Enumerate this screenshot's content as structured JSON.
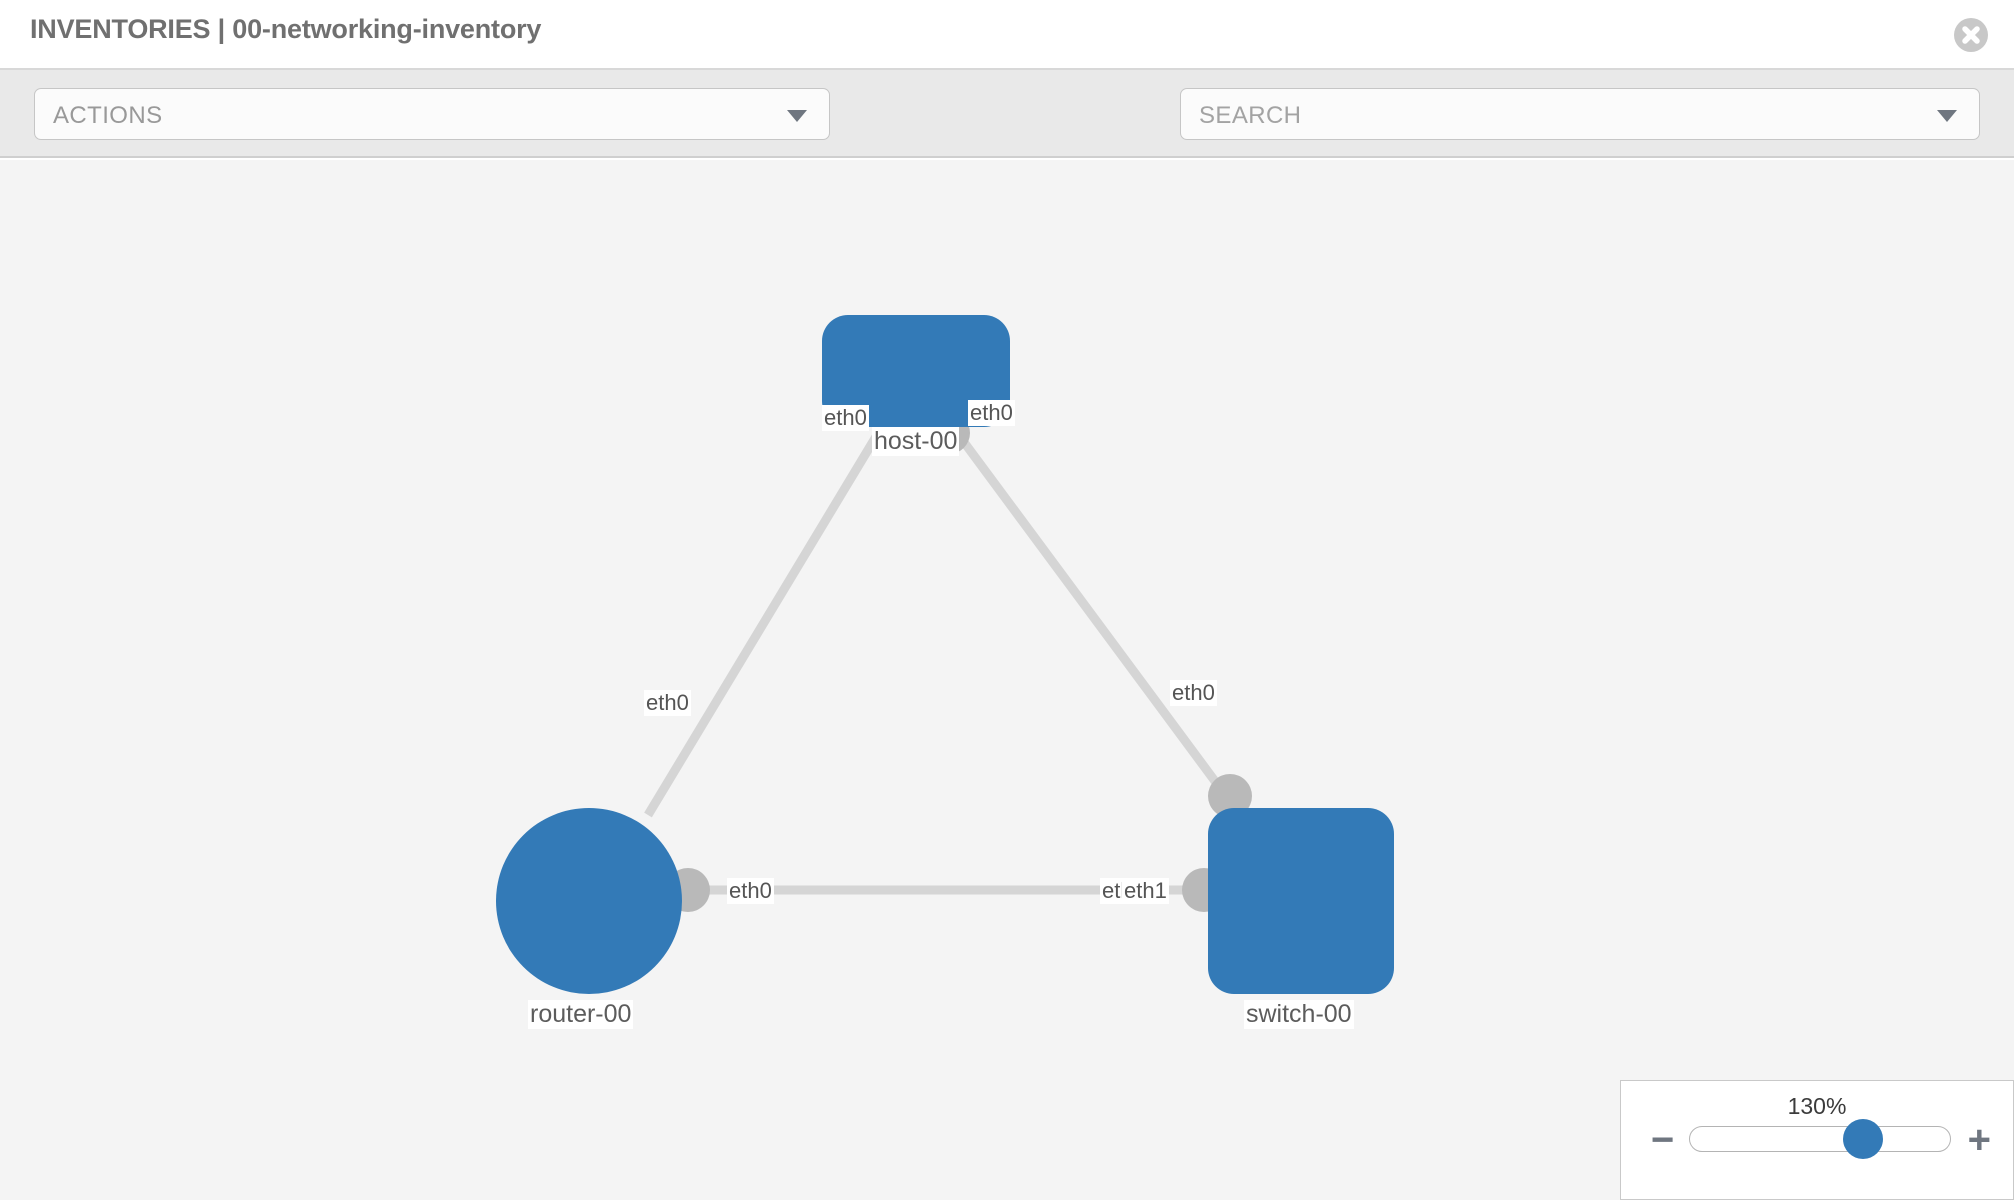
{
  "header": {
    "title": "INVENTORIES | 00-networking-inventory",
    "close_icon": "close-circle-icon"
  },
  "toolbar": {
    "actions_label": "ACTIONS",
    "actions_caret_icon": "chevron-down-icon",
    "wrench_icon": "wrench-icon",
    "key_icon": "key-icon",
    "search_placeholder": "SEARCH",
    "search_caret_icon": "chevron-down-icon"
  },
  "topology": {
    "nodes": [
      {
        "id": "host",
        "label": "host-00",
        "icon": "server-icon",
        "shape": "rounded-rect",
        "color": "#337ab7"
      },
      {
        "id": "router",
        "label": "router-00",
        "icon": "router-arrows-icon",
        "shape": "circle",
        "color": "#337ab7"
      },
      {
        "id": "switch",
        "label": "switch-00",
        "icon": "switch-arrows-icon",
        "shape": "rounded-square",
        "color": "#337ab7"
      }
    ],
    "link_labels": {
      "host_left": "eth0",
      "host_right": "eth0",
      "router_upper": "eth0",
      "switch_upper": "eth0",
      "router_right": "eth0",
      "switch_left_hidden": "eth0",
      "switch_left": "eth1"
    },
    "link_color": "#d5d5d5",
    "connector_color": "#b9b9b9"
  },
  "zoom": {
    "percent": "130%",
    "minus_label": "−",
    "plus_label": "+",
    "value": 60
  }
}
